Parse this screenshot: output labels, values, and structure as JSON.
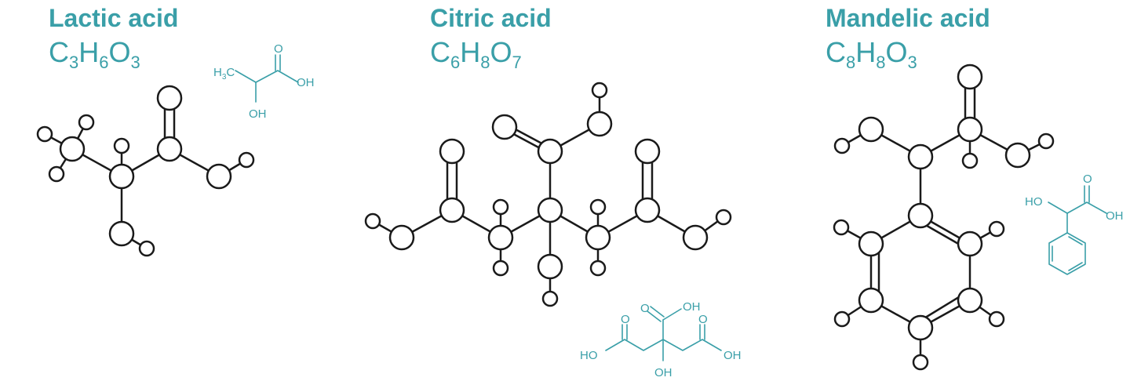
{
  "molecules": [
    {
      "name": "Lactic acid",
      "formula": [
        {
          "el": "C",
          "n": "3"
        },
        {
          "el": "H",
          "n": "6"
        },
        {
          "el": "O",
          "n": "3"
        }
      ],
      "skeletal_labels": {
        "ch3_h": "H",
        "ch3_sub": "3",
        "ch3_c": "C",
        "o": "O",
        "oh1": "OH",
        "oh2": "OH"
      }
    },
    {
      "name": "Citric acid",
      "formula": [
        {
          "el": "C",
          "n": "6"
        },
        {
          "el": "H",
          "n": "8"
        },
        {
          "el": "O",
          "n": "7"
        }
      ],
      "skeletal_labels": {
        "o_top": "O",
        "oh_top": "OH",
        "o_left": "O",
        "o_right": "O",
        "ho_left": "HO",
        "oh_right": "OH",
        "oh_bottom": "OH"
      }
    },
    {
      "name": "Mandelic acid",
      "formula": [
        {
          "el": "C",
          "n": "8"
        },
        {
          "el": "H",
          "n": "8"
        },
        {
          "el": "O",
          "n": "3"
        }
      ],
      "skeletal_labels": {
        "ho": "HO",
        "o": "O",
        "oh": "OH"
      }
    }
  ],
  "colors": {
    "accent": "#3a9fa8",
    "stroke": "#1a1a1a"
  }
}
